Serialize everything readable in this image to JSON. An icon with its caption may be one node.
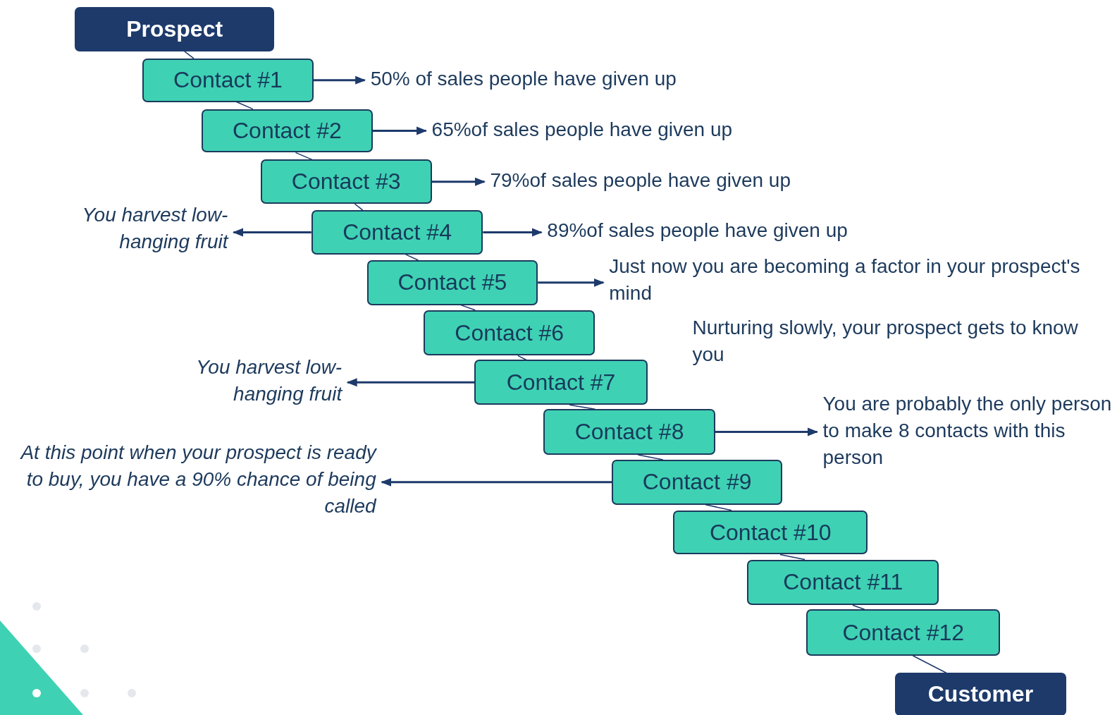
{
  "diagram": {
    "nodes": [
      {
        "text": [
          "Prospect"
        ]
      },
      {
        "text": [
          "Contact #1"
        ]
      },
      {
        "text": [
          "Contact #2"
        ]
      },
      {
        "text": [
          "Contact #3"
        ]
      },
      {
        "text": [
          "Contact #4"
        ]
      },
      {
        "text": [
          "Contact #5"
        ]
      },
      {
        "text": [
          "Contact #6"
        ]
      },
      {
        "text": [
          "Contact #7"
        ]
      },
      {
        "text": [
          "Contact #8"
        ]
      },
      {
        "text": [
          "Contact #9"
        ]
      },
      {
        "text": [
          "Contact #10"
        ]
      },
      {
        "text": [
          "Contact #11"
        ]
      },
      {
        "text": [
          "Contact #12"
        ]
      },
      {
        "text": [
          "Customer"
        ]
      },
      {
        "text": [
          "50% of sales people have given up"
        ]
      },
      {
        "text": [
          "65%of sales people have given up"
        ]
      },
      {
        "text": [
          "79%of sales people have given up"
        ]
      },
      {
        "text": [
          "You harvest low-hanging fruit"
        ]
      },
      {
        "text": [
          "89%of sales people have given up"
        ]
      },
      {
        "text": [
          "Just now you are becoming a factor in your prospect's mind"
        ]
      },
      {
        "text": [
          "You harvest low-hanging fruit"
        ]
      },
      {
        "text": [
          "You are probably the only person to make 8 contacts with this person"
        ]
      },
      {
        "text": [
          "At this point when your prospect is ready to buy, you have a 90% chance of being called"
        ]
      }
    ],
    "edges": [
      {
        "from": 0,
        "to": 1,
        "arrow": "none"
      },
      {
        "from": 1,
        "to": 2,
        "arrow": "none"
      },
      {
        "from": 2,
        "to": 3,
        "arrow": "none"
      },
      {
        "from": 3,
        "to": 4,
        "arrow": "none"
      },
      {
        "from": 4,
        "to": 5,
        "arrow": "none"
      },
      {
        "from": 5,
        "to": 6,
        "arrow": "none"
      },
      {
        "from": 6,
        "to": 7,
        "arrow": "none"
      },
      {
        "from": 7,
        "to": 8,
        "arrow": "none"
      },
      {
        "from": 8,
        "to": 9,
        "arrow": "none"
      },
      {
        "from": 9,
        "to": 10,
        "arrow": "none"
      },
      {
        "from": 10,
        "to": 11,
        "arrow": "none"
      },
      {
        "from": 11,
        "to": 12,
        "arrow": "none"
      },
      {
        "from": 12,
        "to": 13,
        "arrow": "none"
      },
      {
        "from": 1,
        "to": 14,
        "arrow": "to"
      },
      {
        "from": 2,
        "to": 15,
        "arrow": "to"
      },
      {
        "from": 3,
        "to": 16,
        "arrow": "to"
      },
      {
        "from": 4,
        "to": 17,
        "arrow": "to"
      },
      {
        "from": 4,
        "to": 18,
        "arrow": "to"
      },
      {
        "from": 5,
        "to": 19,
        "arrow": "to"
      },
      {
        "from": 7,
        "to": 20,
        "arrow": "to"
      },
      {
        "from": 8,
        "to": 21,
        "arrow": "to"
      },
      {
        "from": 9,
        "to": 22,
        "arrow": "to"
      }
    ],
    "labels": [
      "Nurturing slowly, your prospect gets to know you"
    ]
  }
}
